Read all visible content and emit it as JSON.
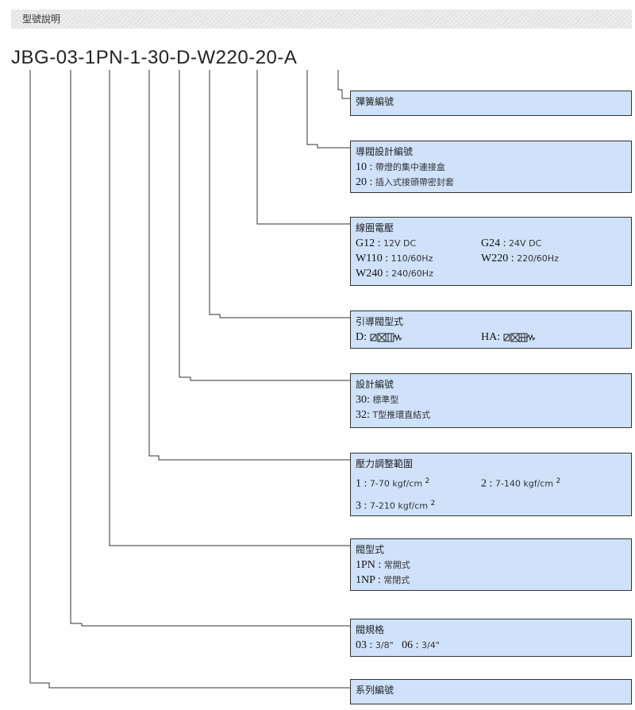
{
  "header": {
    "title": "型號說明"
  },
  "model_code": {
    "parts": [
      "JBG",
      "-",
      "03",
      "-",
      "1PN",
      "-",
      "1",
      "-",
      "30",
      "-",
      "D",
      "-",
      "W220",
      "-",
      "20",
      "-",
      "A"
    ]
  },
  "boxes": {
    "spring": {
      "title": "彈簧編號"
    },
    "pilot_design": {
      "title": "導閥設計編號",
      "items": [
        {
          "key": "10",
          "sep": " : ",
          "val": "帶燈的集中連接盒"
        },
        {
          "key": "20",
          "sep": " : ",
          "val": "插入式接頭帶密封套"
        }
      ]
    },
    "coil_voltage": {
      "title": "線圈電壓",
      "items": [
        {
          "key": "G12",
          "sep": " : ",
          "val": "12V DC"
        },
        {
          "key": "G24",
          "sep": " : ",
          "val": "24V DC"
        },
        {
          "key": "W110",
          "sep": " : ",
          "val": "110/60Hz"
        },
        {
          "key": "W220",
          "sep": " : ",
          "val": "220/60Hz"
        },
        {
          "key": "W240",
          "sep": " : ",
          "val": "240/60Hz"
        }
      ]
    },
    "pilot_type": {
      "title": "引導閥型式",
      "items": [
        {
          "key": "D:"
        },
        {
          "key": "HA:"
        }
      ]
    },
    "design_no": {
      "title": "設計編號",
      "items": [
        {
          "key": "30:",
          "val": " 標準型"
        },
        {
          "key": "32:",
          "val": " T型推環直結式"
        }
      ]
    },
    "pressure_range": {
      "title": "壓力調整範圍",
      "items": [
        {
          "key": "1",
          "sep": " : ",
          "val": "7-70 kgf/cm",
          "sup": "2"
        },
        {
          "key": "2",
          "sep": " : ",
          "val": "7-140 kgf/cm",
          "sup": "2"
        },
        {
          "key": "3",
          "sep": " : ",
          "val": "7-210 kgf/cm",
          "sup": "2"
        }
      ]
    },
    "valve_type": {
      "title": "閥型式",
      "items": [
        {
          "key": "1PN",
          "sep": " : ",
          "val": "常開式"
        },
        {
          "key": "1NP",
          "sep": " : ",
          "val": "常閉式"
        }
      ]
    },
    "valve_size": {
      "title": "閥規格",
      "items": [
        {
          "key": "03",
          "sep": " : ",
          "val": "3/8\""
        },
        {
          "key": "06",
          "sep": " : ",
          "val": "3/4\""
        }
      ]
    },
    "series": {
      "title": "系列編號"
    }
  }
}
